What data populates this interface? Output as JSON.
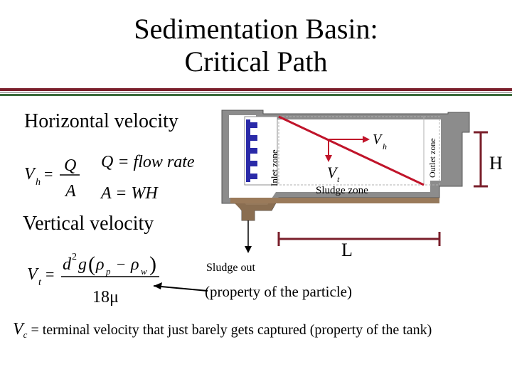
{
  "title": {
    "line1": "Sedimentation Basin:",
    "line2": "Critical Path"
  },
  "colors": {
    "rule_red": "#7a1f2b",
    "rule_gray": "#b0b0b0",
    "rule_green": "#3a6b3a",
    "basin_wall": "#8c8c8c",
    "basin_water": "#ffffff",
    "sludge": "#8a6a4a",
    "critical_path": "#c0142a",
    "baffle_blue": "#2a2aa8"
  },
  "left_panel": {
    "horizontal_velocity": "Horizontal velocity",
    "vh_lhs": "V",
    "vh_sub": "h",
    "vh_num": "Q",
    "vh_den": "A",
    "q_def": "Q = flow rate",
    "a_def": "A = WH",
    "vertical_velocity": "Vertical velocity",
    "vt_lhs": "V",
    "vt_sub": "t",
    "vt_num_d": "d",
    "vt_num_exp": "2",
    "vt_num_g": "g",
    "vt_rho_p": "ρ",
    "vt_sub_p": "p",
    "vt_rho_w": "ρ",
    "vt_sub_w": "w",
    "vt_minus": "−",
    "vt_den": "18μ"
  },
  "basin": {
    "inlet_zone": "Inlet zone",
    "outlet_zone": "Outlet zone",
    "vh_label": "V",
    "vh_label_sub": "h",
    "vt_label": "V",
    "vt_label_sub": "t",
    "sludge_zone": "Sludge zone",
    "sludge_out": "Sludge out",
    "h_label": "H",
    "l_label": "L",
    "particle_note": "(property of the particle)"
  },
  "footer": {
    "vc_symbol": "V",
    "vc_sub": "c",
    "vc_text": "= terminal velocity that just barely gets captured",
    "vc_note": "(property of the tank)"
  }
}
